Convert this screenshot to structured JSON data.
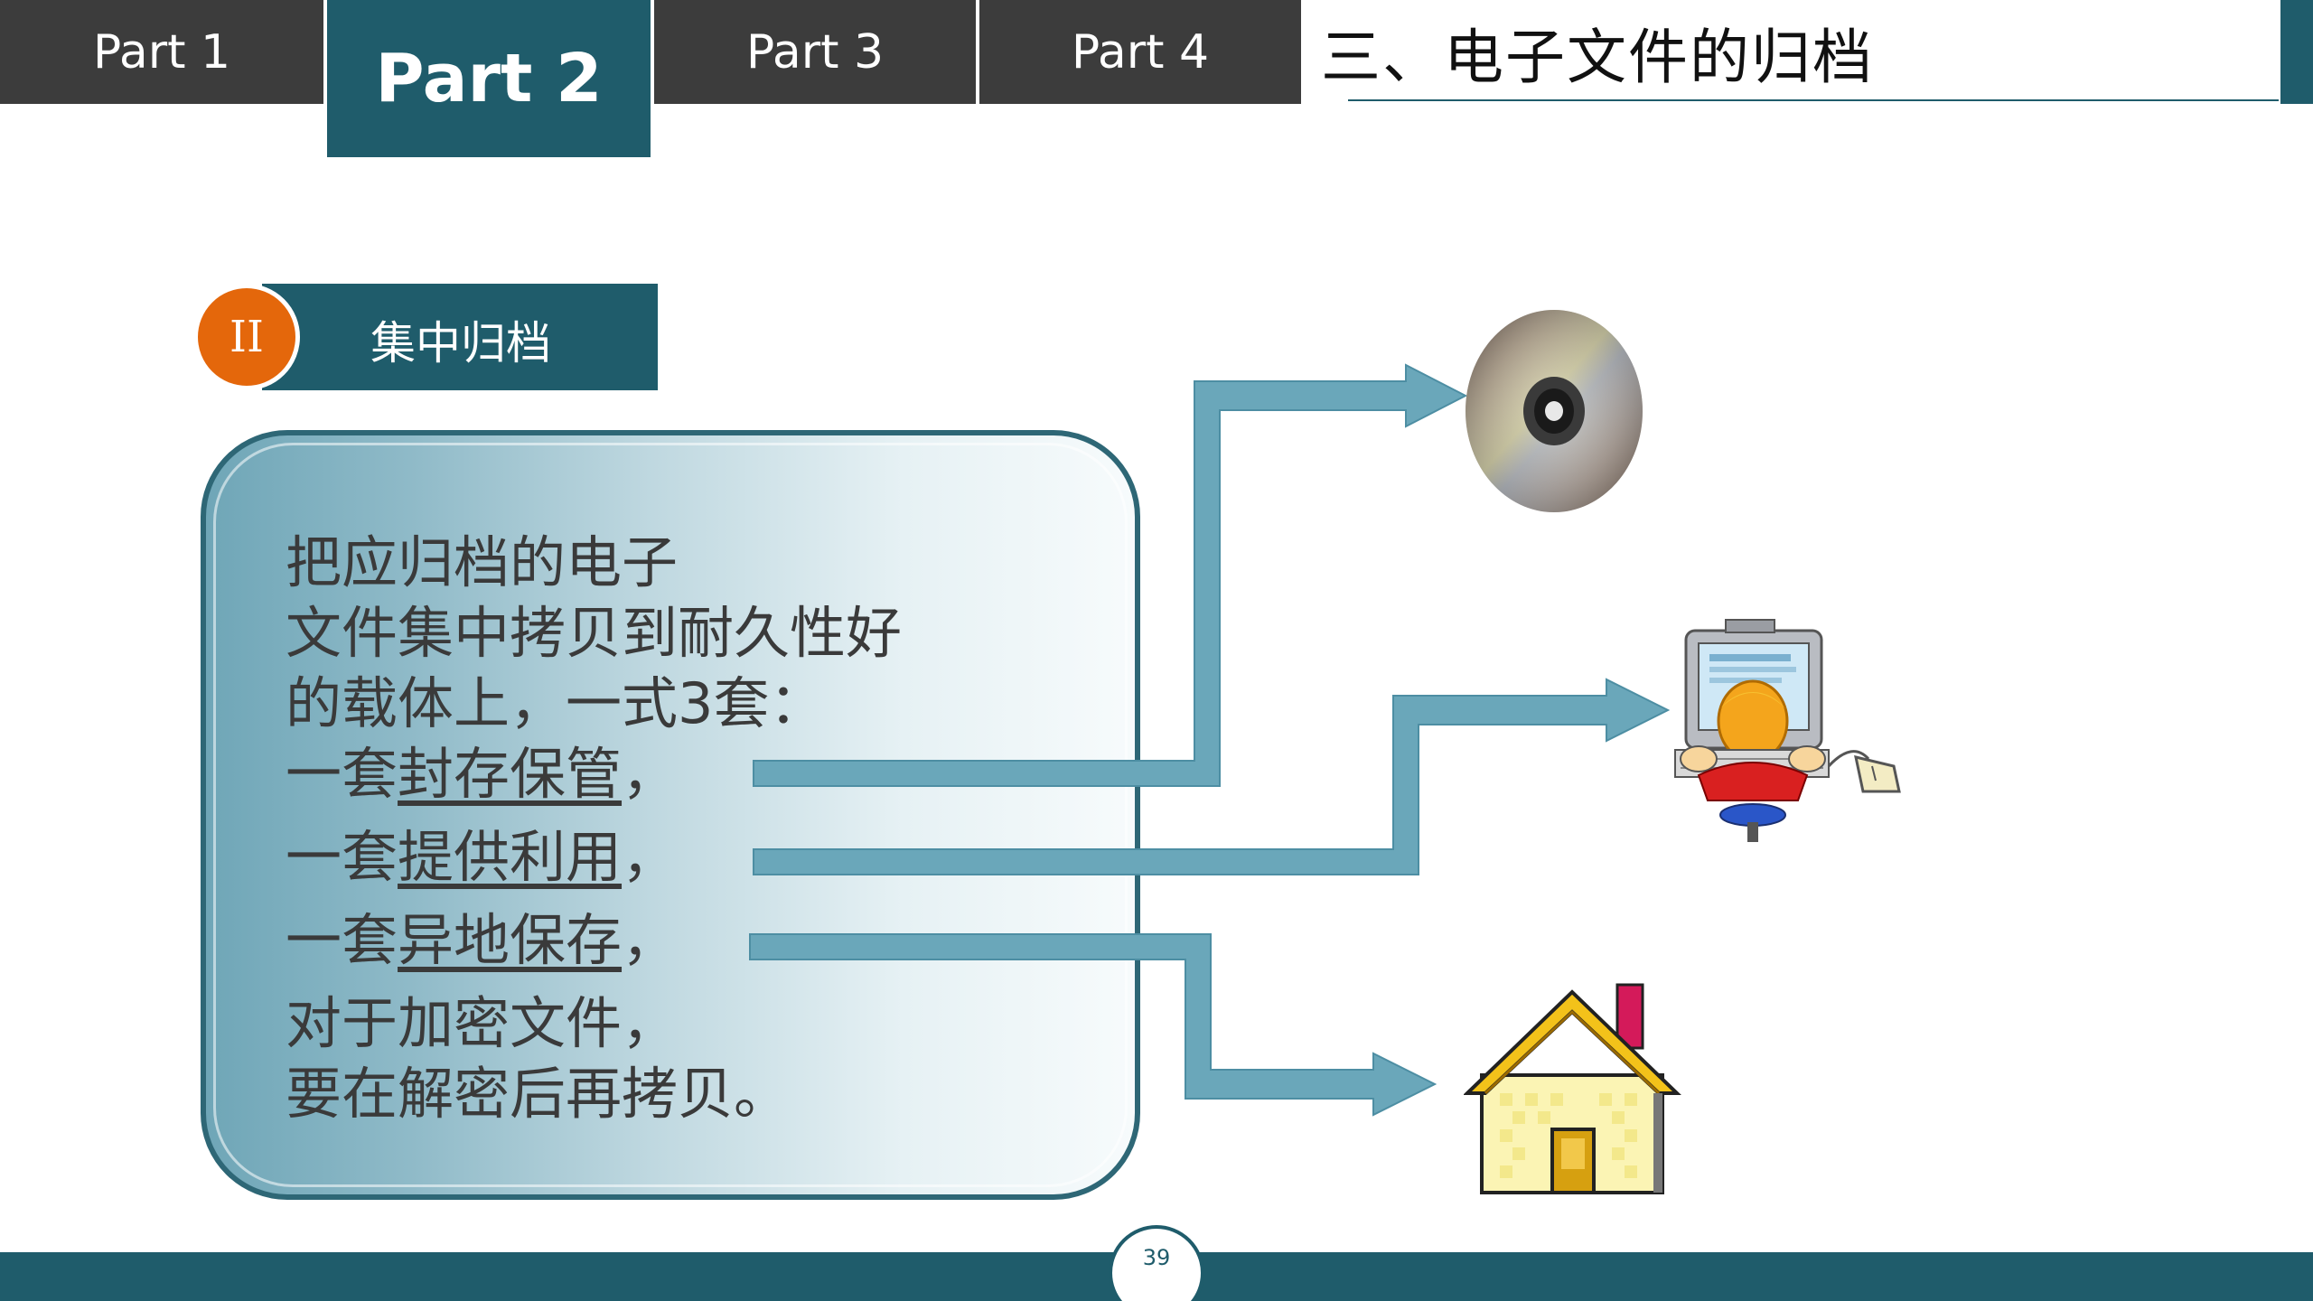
{
  "tabs": {
    "part1": "Part 1",
    "part2": "Part 2",
    "part3": "Part 3",
    "part4": "Part 4"
  },
  "section_title": "三、电子文件的归档",
  "subtitle": {
    "numeral": "II",
    "label": "集中归档"
  },
  "body_lines": {
    "l1": "把应归档的电子",
    "l2": "文件集中拷贝到耐久性好",
    "l3": "的载体上，一式3套：",
    "l4_prefix": "一套",
    "l4_key": "封存保管",
    "l4_suffix": "，",
    "l5_prefix": "一套",
    "l5_key": "提供利用",
    "l5_suffix": "，",
    "l6_prefix": "一套",
    "l6_key": "异地保存",
    "l6_suffix": "，",
    "l7": "对于加密文件，",
    "l8": "要在解密后再拷贝。"
  },
  "icons": {
    "disc": "compact-disc-icon",
    "user": "computer-user-icon",
    "house": "house-icon"
  },
  "page_number": "39",
  "colors": {
    "teal_dark": "#1f5c6b",
    "tab_gray": "#3c3c3c",
    "orange": "#e4670b",
    "connector": "#6aa7ba"
  }
}
